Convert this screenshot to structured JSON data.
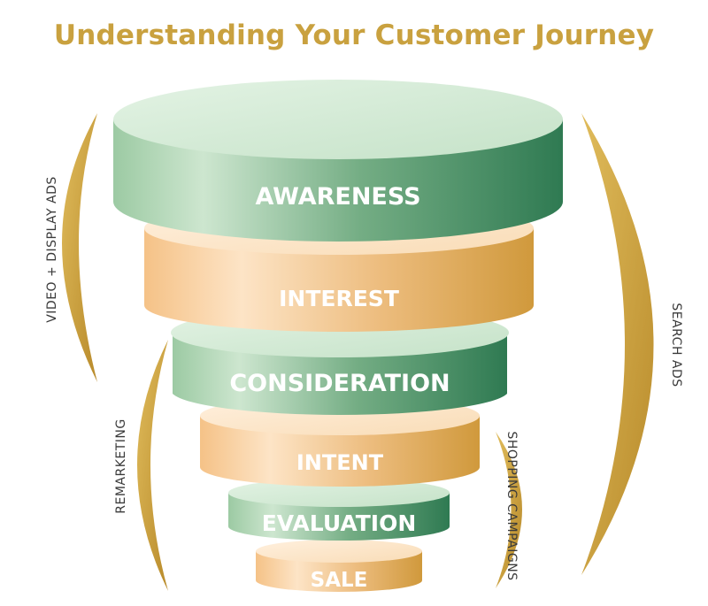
{
  "title": "Understanding Your Customer Journey",
  "colors": {
    "title": "#c9a13f",
    "green_light": "#cde8cf",
    "green_dark": "#2f7a52",
    "peach_light": "#fde2c3",
    "peach_dark": "#d29a3e",
    "gold": "#c9a13f"
  },
  "stages": [
    {
      "label": "AWARENESS",
      "color": "green"
    },
    {
      "label": "INTEREST",
      "color": "peach"
    },
    {
      "label": "CONSIDERATION",
      "color": "green"
    },
    {
      "label": "INTENT",
      "color": "peach"
    },
    {
      "label": "EVALUATION",
      "color": "green"
    },
    {
      "label": "SALE",
      "color": "peach"
    }
  ],
  "channels": {
    "video_display": "VIDEO + DISPLAY ADS",
    "remarketing": "REMARKETING",
    "shopping": "SHOPPING CAMPAIGNS",
    "search": "SEARCH ADS"
  }
}
